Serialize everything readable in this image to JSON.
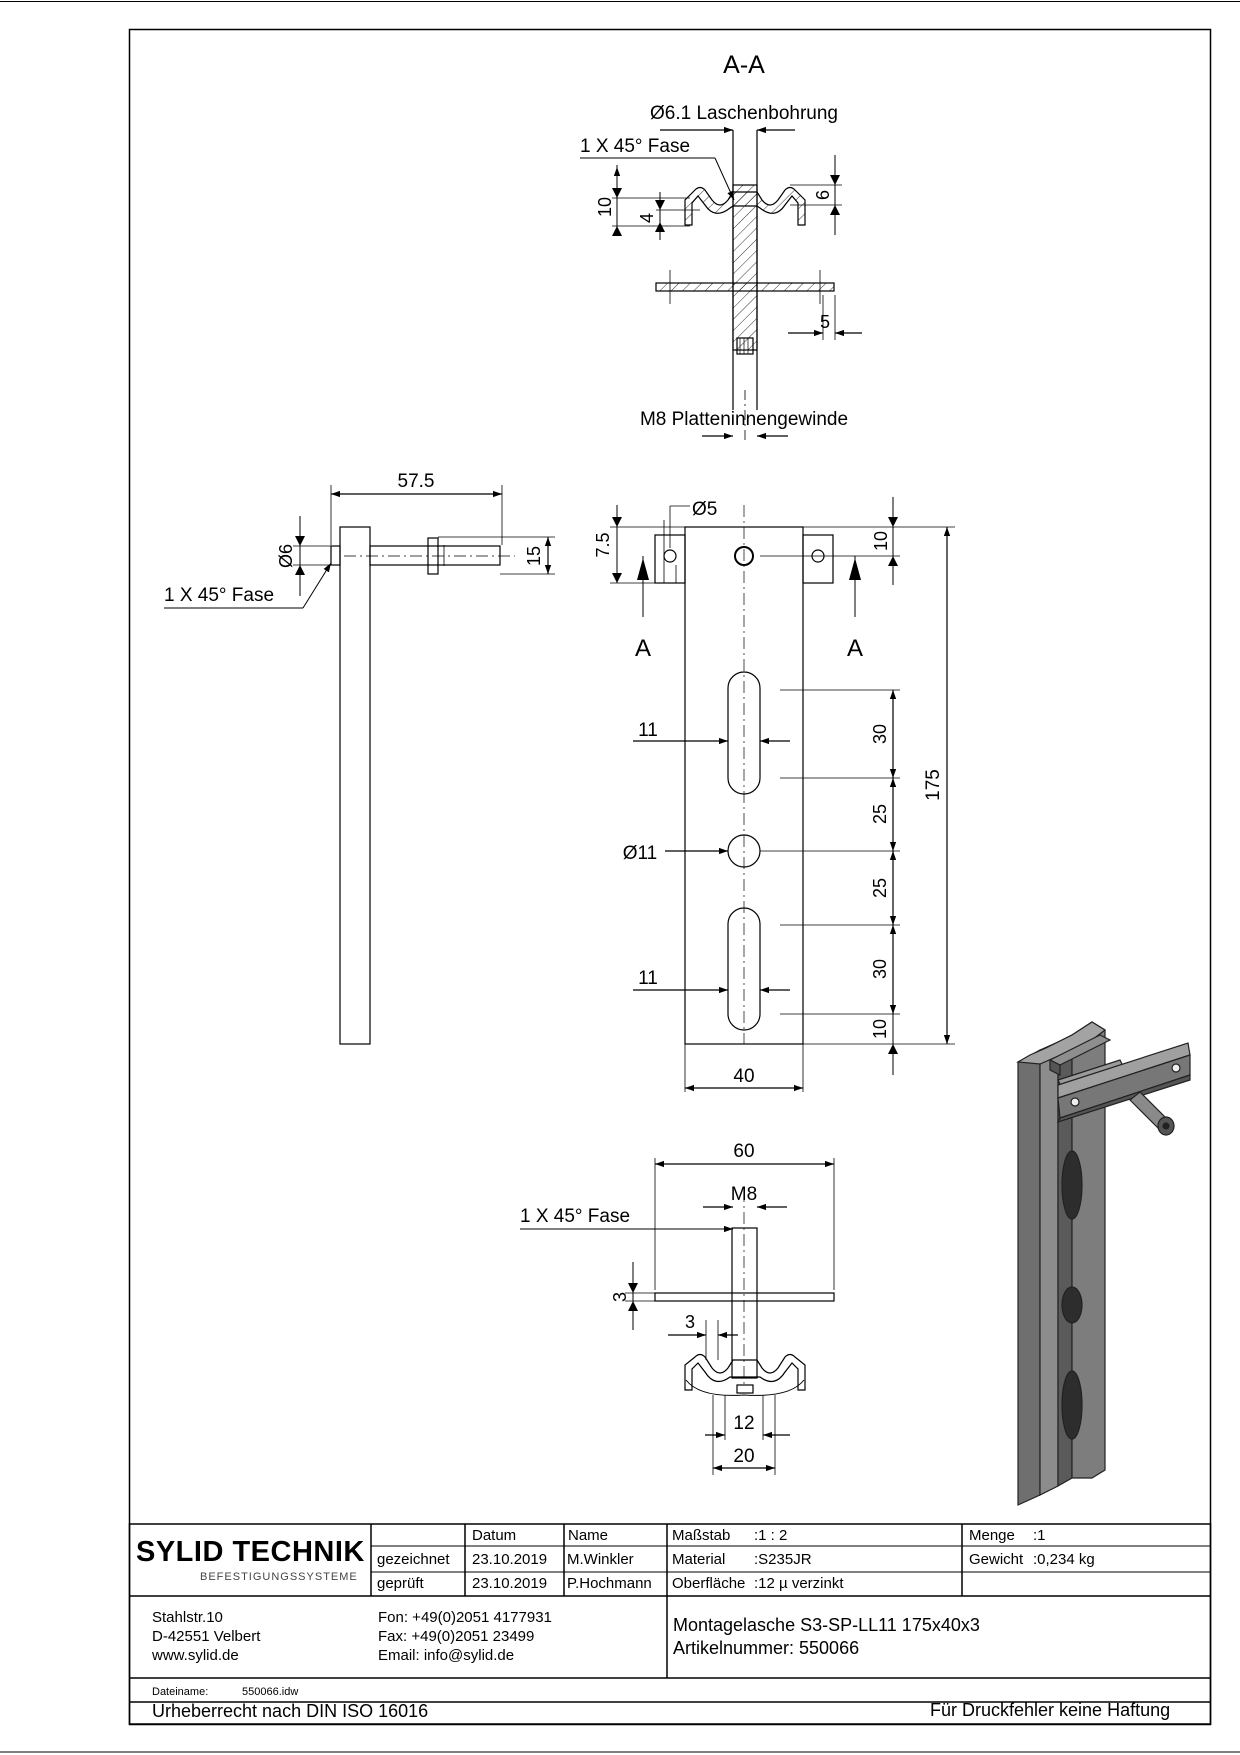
{
  "drawing": {
    "section_label": "A-A",
    "labels": {
      "laschenbohrung": "Ø6.1 Laschenbohrung",
      "fase": "1 X 45° Fase",
      "platteninnengewinde": "M8 Platteninnengewinde",
      "section_mark": "A"
    },
    "dimensions": {
      "d10_top": "10",
      "d4": "4",
      "d6_top": "6",
      "d5_top": "5",
      "d57_5": "57.5",
      "dia6": "Ø6",
      "d15": "15",
      "d7_5": "7.5",
      "dia5": "Ø5",
      "d10_right": "10",
      "d11_upper": "11",
      "d30_upper": "30",
      "d175": "175",
      "d25_upper": "25",
      "dia11": "Ø11",
      "d25_lower": "25",
      "d11_lower": "11",
      "d30_lower": "30",
      "d10_bottom": "10",
      "d40": "40",
      "d60": "60",
      "m8": "M8",
      "d3_v": "3",
      "d3_h": "3",
      "d12": "12",
      "d20": "20"
    }
  },
  "titleblock": {
    "logo_main": "SYLID TECHNIK",
    "logo_sub": "BEFESTIGUNGSSYSTEME",
    "col_datum": "Datum",
    "col_name": "Name",
    "row_gezeichnet": "gezeichnet",
    "row_geprueft": "geprüft",
    "gezeichnet_datum": "23.10.2019",
    "gezeichnet_name": "M.Winkler",
    "geprueft_datum": "23.10.2019",
    "geprueft_name": "P.Hochmann",
    "massstab_label": "Maßstab",
    "massstab_value": ":1 : 2",
    "material_label": "Material",
    "material_value": ":S235JR",
    "oberflaeche_label": "Oberfläche",
    "oberflaeche_value": ":12 µ verzinkt",
    "menge_label": "Menge",
    "menge_value": ":1",
    "gewicht_label": "Gewicht",
    "gewicht_value": ":0,234 kg",
    "address_line1": "Stahlstr.10",
    "address_line2": "D-42551 Velbert",
    "address_line3": "www.sylid.de",
    "fon": "Fon: +49(0)2051 4177931",
    "fax": "Fax: +49(0)2051 23499",
    "email": "Email: info@sylid.de",
    "title": "Montagelasche S3-SP-LL11 175x40x3",
    "artikel": "Artikelnummer: 550066",
    "dateiname_label": "Dateiname:",
    "dateiname_value": "550066.idw",
    "copyright": "Urheberrecht nach DIN ISO 16016",
    "disclaimer": "Für Druckfehler keine Haftung"
  },
  "colors": {
    "line": "#000000",
    "part_gray": "#7a7a7a",
    "part_dark": "#4a4a4a"
  }
}
